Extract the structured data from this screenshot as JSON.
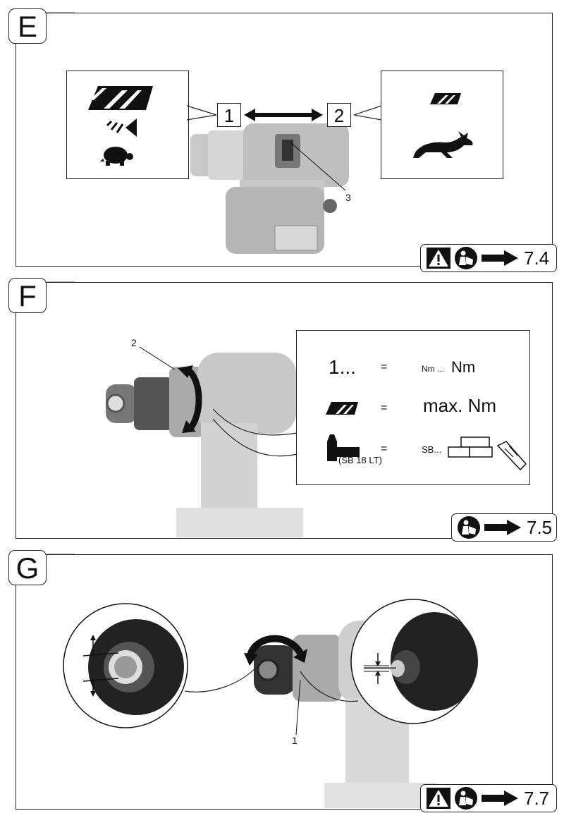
{
  "panels": [
    {
      "id": "E",
      "label": "E",
      "switch_positions": [
        "1",
        "2"
      ],
      "part_label": "3",
      "reference": {
        "warning": true,
        "number": "7.4"
      }
    },
    {
      "id": "F",
      "label": "F",
      "part_label": "2",
      "legend": {
        "row1_left": "1...",
        "row1_eq": "=",
        "row1_right_small": "Nm ...",
        "row1_right_big": "Nm",
        "row2_eq": "=",
        "row2_right": "max. Nm",
        "row3_model": "(SB 18 LT)",
        "row3_eq": "=",
        "row3_right": "SB..."
      },
      "reference": {
        "warning": false,
        "number": "7.5"
      }
    },
    {
      "id": "G",
      "label": "G",
      "part_label": "1",
      "reference": {
        "warning": true,
        "number": "7.7"
      }
    }
  ],
  "icons": [
    "drill-bit-large-icon",
    "screw-icon",
    "turtle-icon",
    "drill-bit-small-icon",
    "rabbit-icon",
    "warning-icon",
    "read-manual-icon",
    "arrow-right-icon",
    "impact-hammer-icon",
    "brick-wall-icon"
  ]
}
